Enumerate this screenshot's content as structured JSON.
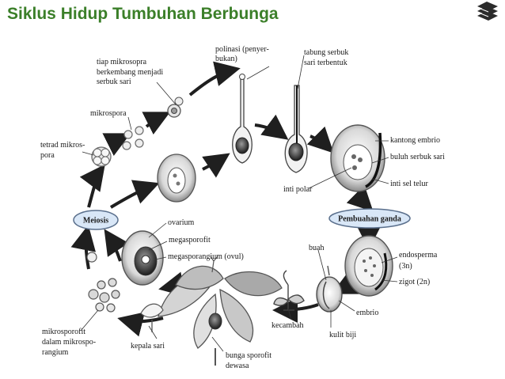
{
  "title": "Siklus Hidup Tumbuhan Berbunga",
  "logo_icon": "stacked-books-logo-icon",
  "colors": {
    "title": "#3b7f29",
    "oval_fill": "#d9e7f7",
    "oval_stroke": "#5a6f8c",
    "arrow": "#1f1f1f"
  },
  "stages": {
    "meiosis": "Meiosis",
    "pembuahan": "Pembuahan ganda"
  },
  "labels": {
    "tiap_1": "tiap mikrosopra",
    "tiap_2": "berkembang menjadi",
    "tiap_3": "serbuk sari",
    "polinasi_1": "polinasi (penyer-",
    "polinasi_2": "bukan)",
    "tabung_1": "tabung serbuk",
    "tabung_2": "sari terbentuk",
    "mikrospora": "mikrospora",
    "tetrad_1": "tetrad mikros-",
    "tetrad_2": "pora",
    "kantong": "kantong embrio",
    "buluh": "buluh serbuk sari",
    "inti_polar": "inti polar",
    "inti_sel": "inti sel telur",
    "ovarium": "ovarium",
    "megasporofit": "megasporofit",
    "megasporangium": "megasporangium (ovul)",
    "buah": "buah",
    "endosperma_1": "endosperma",
    "endosperma_2": "(3n)",
    "zigot": "zigot (2n)",
    "embrio": "embrio",
    "kecambah": "kecambah",
    "kulit_biji": "kulit biji",
    "mikrosporofit_1": "mikrosporofit",
    "mikrosporofit_2": "dalam mikrospo-",
    "mikrosporofit_3": "rangium",
    "kepala_sari": "kepala sari",
    "bunga_1": "bunga sporofit",
    "bunga_2": "dewasa"
  }
}
